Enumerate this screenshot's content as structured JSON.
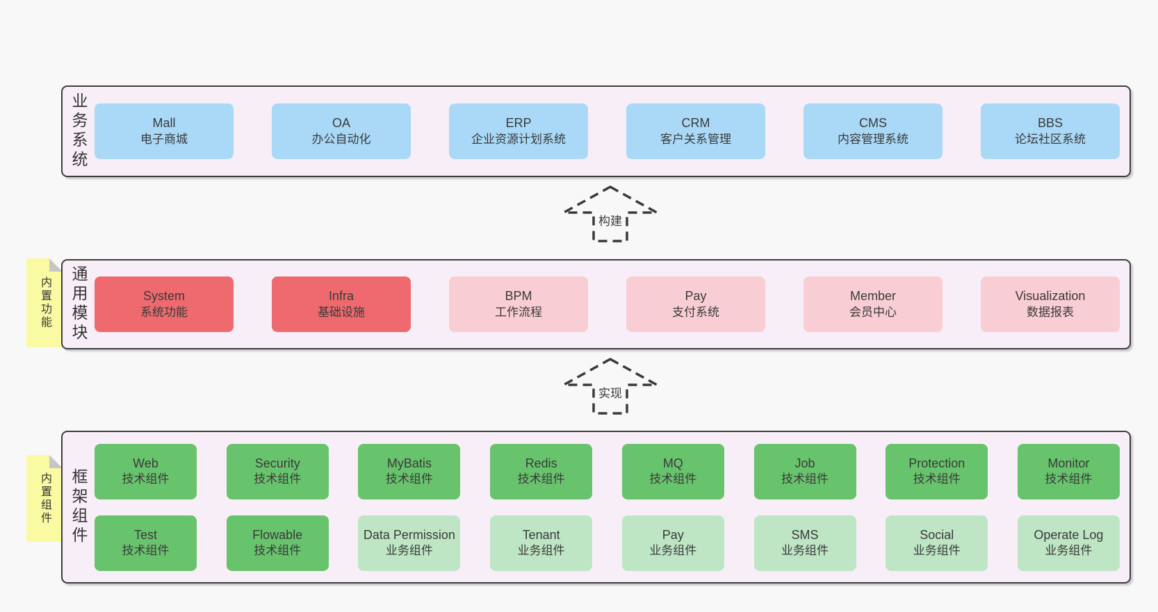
{
  "colors": {
    "page_bg": "#f8f8f8",
    "layer_bg": "#f8eef7",
    "blue": "#a9d9f7",
    "red": "#ee6a6e",
    "pink": "#f9cdd4",
    "green": "#68c36d",
    "lightgreen": "#bee6c4",
    "yellow": "#fafaa2",
    "fold_gray": "#c6c6c6"
  },
  "arrows": [
    {
      "label": "构建"
    },
    {
      "label": "实现"
    }
  ],
  "layers": [
    {
      "label": "业务系统",
      "note": null,
      "rows": [
        [
          {
            "name": "Mall",
            "desc": "电子商城",
            "color": "blue"
          },
          {
            "name": "OA",
            "desc": "办公自动化",
            "color": "blue"
          },
          {
            "name": "ERP",
            "desc": "企业资源计划系统",
            "color": "blue"
          },
          {
            "name": "CRM",
            "desc": "客户关系管理",
            "color": "blue"
          },
          {
            "name": "CMS",
            "desc": "内容管理系统",
            "color": "blue"
          },
          {
            "name": "BBS",
            "desc": "论坛社区系统",
            "color": "blue"
          }
        ]
      ]
    },
    {
      "label": "通用模块",
      "note": "内置功能",
      "rows": [
        [
          {
            "name": "System",
            "desc": "系统功能",
            "color": "red"
          },
          {
            "name": "Infra",
            "desc": "基础设施",
            "color": "red"
          },
          {
            "name": "BPM",
            "desc": "工作流程",
            "color": "pink"
          },
          {
            "name": "Pay",
            "desc": "支付系统",
            "color": "pink"
          },
          {
            "name": "Member",
            "desc": "会员中心",
            "color": "pink"
          },
          {
            "name": "Visualization",
            "desc": "数据报表",
            "color": "pink"
          }
        ]
      ]
    },
    {
      "label": "框架组件",
      "note": "内置组件",
      "rows": [
        [
          {
            "name": "Web",
            "desc": "技术组件",
            "color": "green"
          },
          {
            "name": "Security",
            "desc": "技术组件",
            "color": "green"
          },
          {
            "name": "MyBatis",
            "desc": "技术组件",
            "color": "green"
          },
          {
            "name": "Redis",
            "desc": "技术组件",
            "color": "green"
          },
          {
            "name": "MQ",
            "desc": "技术组件",
            "color": "green"
          },
          {
            "name": "Job",
            "desc": "技术组件",
            "color": "green"
          },
          {
            "name": "Protection",
            "desc": "技术组件",
            "color": "green"
          },
          {
            "name": "Monitor",
            "desc": "技术组件",
            "color": "green"
          }
        ],
        [
          {
            "name": "Test",
            "desc": "技术组件",
            "color": "green"
          },
          {
            "name": "Flowable",
            "desc": "技术组件",
            "color": "green"
          },
          {
            "name": "Data Permission",
            "desc": "业务组件",
            "color": "lightgreen"
          },
          {
            "name": "Tenant",
            "desc": "业务组件",
            "color": "lightgreen"
          },
          {
            "name": "Pay",
            "desc": "业务组件",
            "color": "lightgreen"
          },
          {
            "name": "SMS",
            "desc": "业务组件",
            "color": "lightgreen"
          },
          {
            "name": "Social",
            "desc": "业务组件",
            "color": "lightgreen"
          },
          {
            "name": "Operate Log",
            "desc": "业务组件",
            "color": "lightgreen"
          }
        ]
      ]
    }
  ]
}
